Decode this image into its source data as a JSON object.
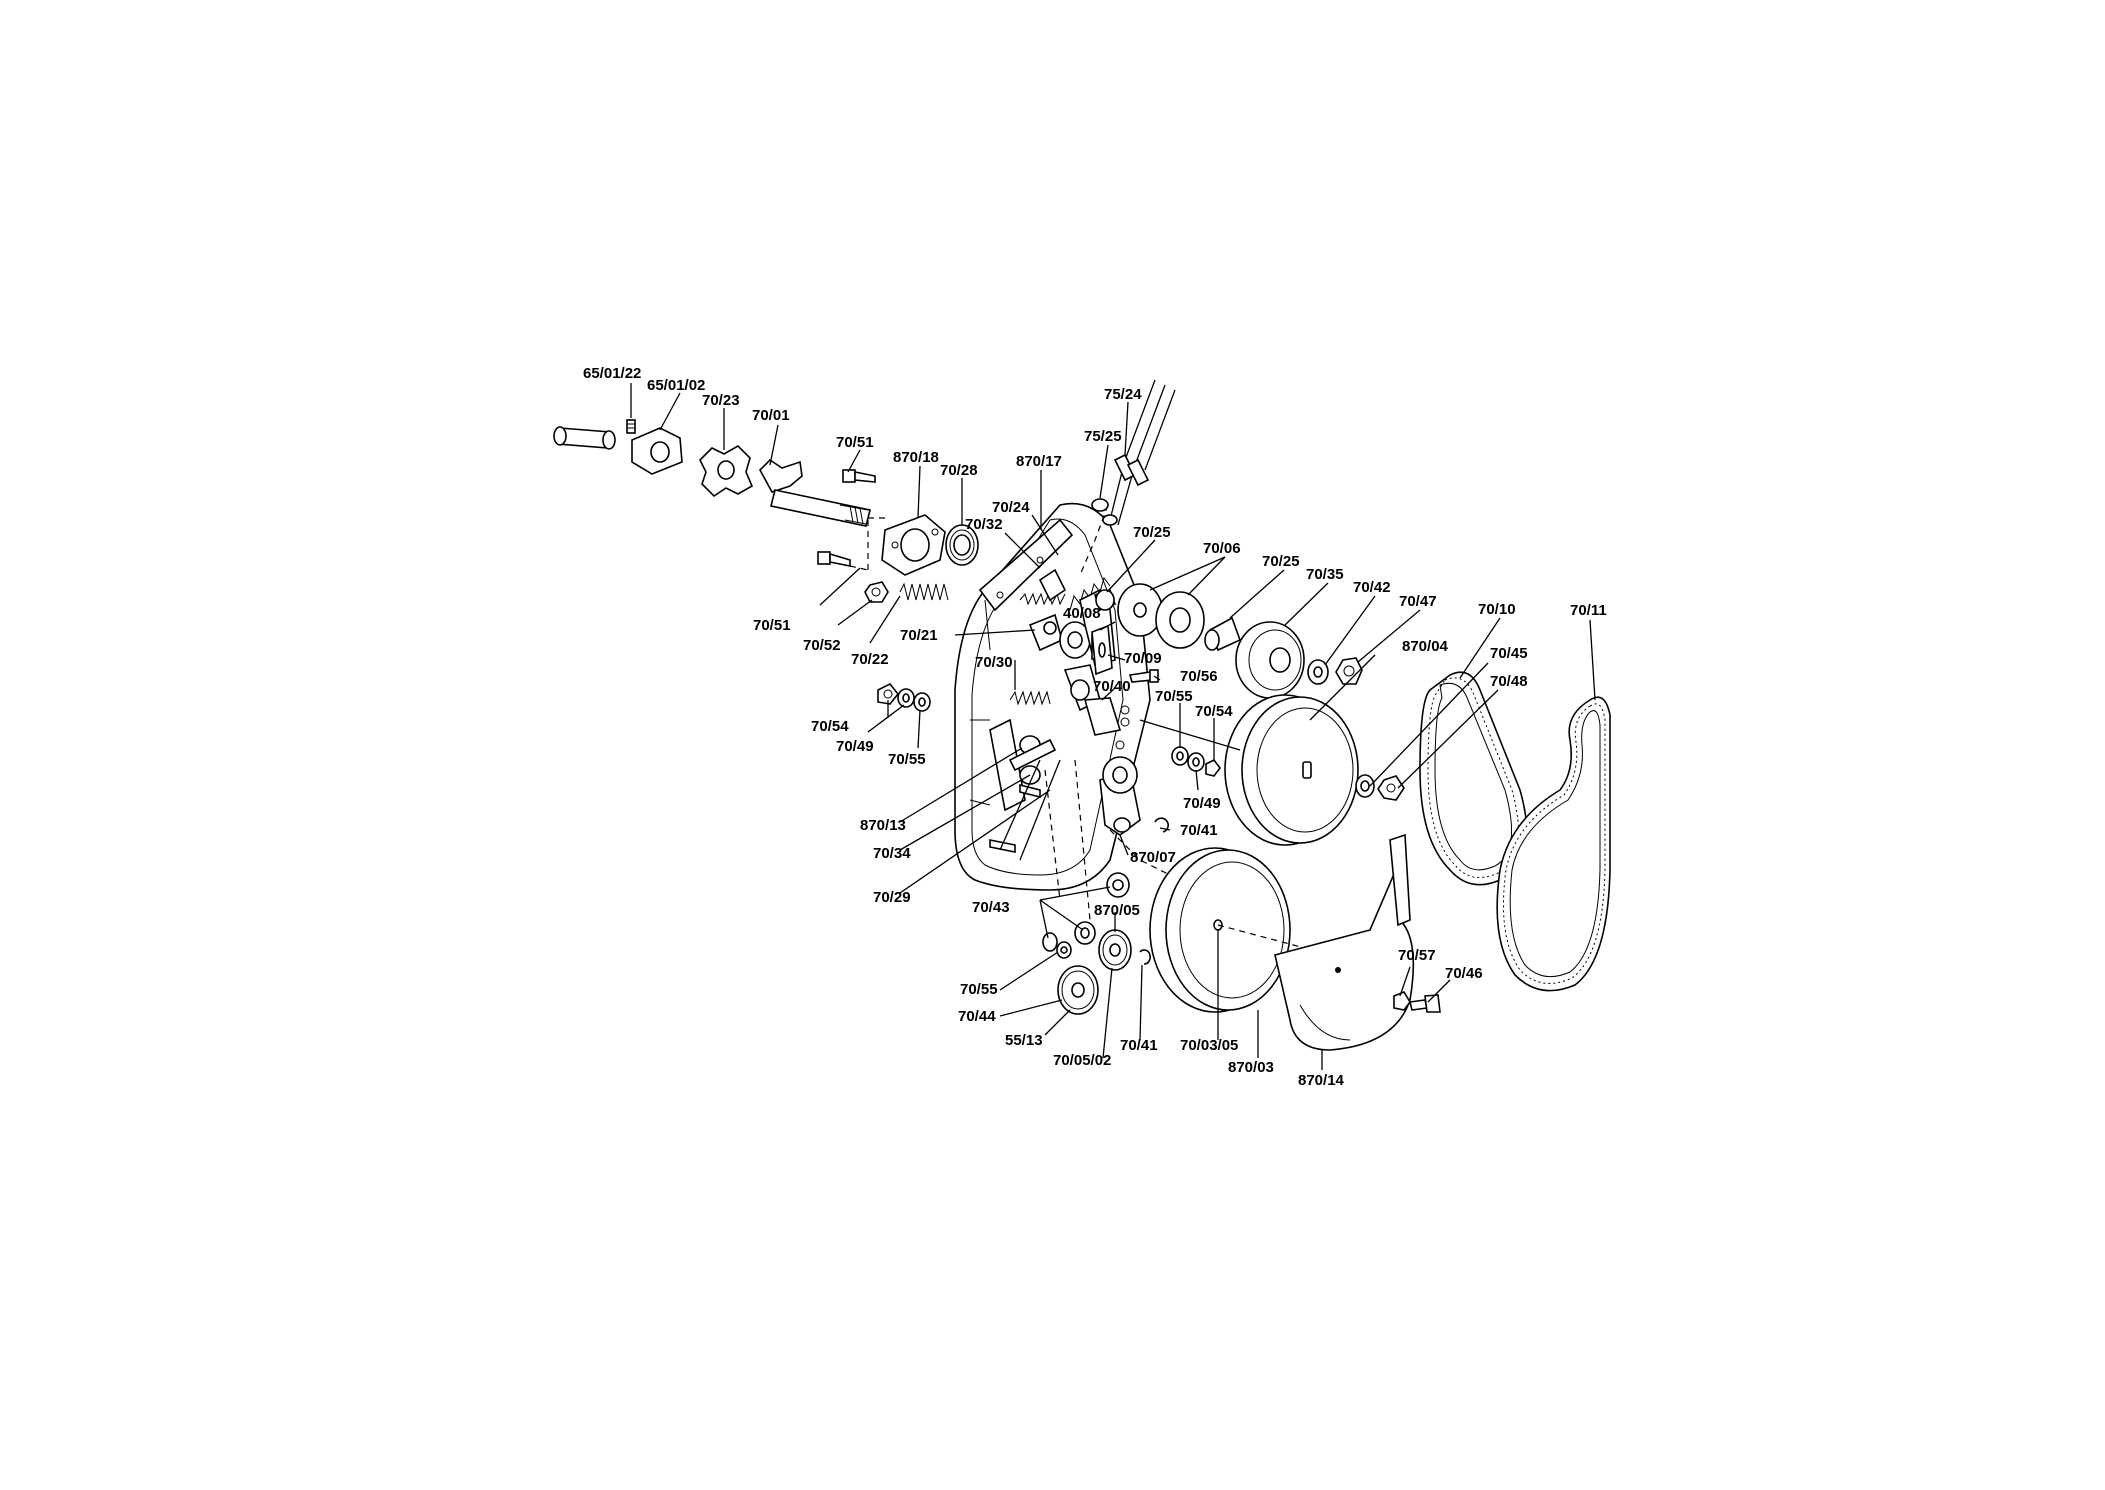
{
  "labels": {
    "p65_01_22": "65/01/22",
    "p65_01_02": "65/01/02",
    "p70_23": "70/23",
    "p70_01": "70/01",
    "p70_51a": "70/51",
    "p870_18": "870/18",
    "p70_28": "70/28",
    "p870_17": "870/17",
    "p75_25": "75/25",
    "p75_24": "75/24",
    "p70_24": "70/24",
    "p70_32": "70/32",
    "p70_25a": "70/25",
    "p70_06": "70/06",
    "p70_25b": "70/25",
    "p70_35": "70/35",
    "p70_42": "70/42",
    "p70_47": "70/47",
    "p70_10": "70/10",
    "p70_11": "70/11",
    "p870_04": "870/04",
    "p70_45": "70/45",
    "p70_48": "70/48",
    "p70_51b": "70/51",
    "p70_52": "70/52",
    "p70_22": "70/22",
    "p70_21": "70/21",
    "p40_08": "40/08",
    "p70_09": "70/09",
    "p70_56": "70/56",
    "p70_30": "70/30",
    "p70_40": "70/40",
    "p70_55a": "70/55",
    "p70_54a": "70/54",
    "p70_54b": "70/54",
    "p70_49a": "70/49",
    "p70_55b": "70/55",
    "p70_49b": "70/49",
    "p870_13": "870/13",
    "p70_34": "70/34",
    "p70_41a": "70/41",
    "p870_07": "870/07",
    "p70_29": "70/29",
    "p70_43": "70/43",
    "p870_05": "870/05",
    "p70_55c": "70/55",
    "p70_44": "70/44",
    "p55_13": "55/13",
    "p70_05_02": "70/05/02",
    "p70_41b": "70/41",
    "p70_03_05": "70/03/05",
    "p870_03": "870/03",
    "p870_14": "870/14",
    "p70_57": "70/57",
    "p70_46": "70/46"
  }
}
